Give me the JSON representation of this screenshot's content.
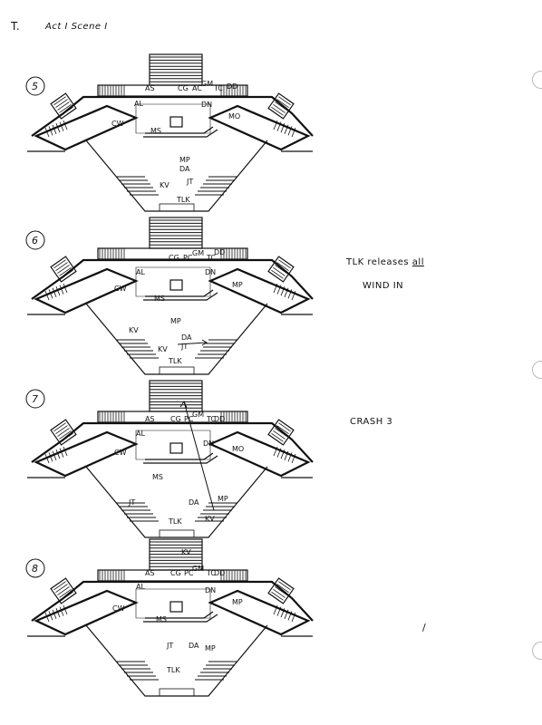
{
  "header": {
    "left_mark": "T.",
    "act_scene": "Act I Scene I"
  },
  "diagrams": [
    {
      "number": "5",
      "labels": [
        "AS",
        "CG",
        "AC",
        "GM",
        "TC",
        "DD",
        "AL",
        "DN",
        "CW",
        "MS",
        "MO",
        "MP",
        "DA",
        "KV",
        "JT",
        "TLK"
      ]
    },
    {
      "number": "6",
      "labels": [
        "CG",
        "PC",
        "GM",
        "TC",
        "DD",
        "AL",
        "DN",
        "CW",
        "MS",
        "MP",
        "MP",
        "KV",
        "DA",
        "KV",
        "JT",
        "TLK"
      ]
    },
    {
      "number": "7",
      "labels": [
        "AS",
        "CG",
        "PC",
        "GM",
        "TC",
        "DD",
        "AL",
        "DN",
        "CW",
        "MO",
        "MS",
        "JT",
        "DA",
        "MP",
        "KV",
        "TLK"
      ]
    },
    {
      "number": "8",
      "labels": [
        "KV",
        "AS",
        "CG",
        "PC",
        "GM",
        "TC",
        "DD",
        "AL",
        "DN",
        "CW",
        "MP",
        "MS",
        "JT",
        "DA",
        "MP",
        "TLK"
      ]
    }
  ],
  "notes": {
    "note1_prefix": "TLK releases",
    "note1_emph": "all",
    "note2": "WIND IN",
    "note3": "CRASH 3",
    "stray_mark": "/"
  },
  "icons": {
    "binder_holes": "binder-hole-icon"
  }
}
